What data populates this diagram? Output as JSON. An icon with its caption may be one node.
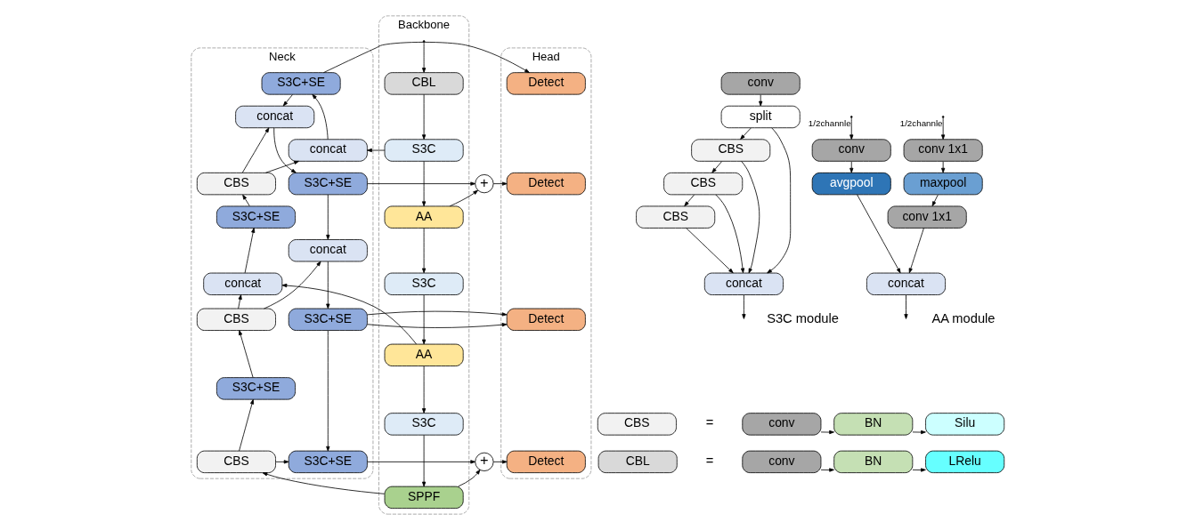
{
  "diagram": {
    "nodes": [
      {
        "text": [
          "Backbone"
        ]
      },
      {
        "text": [
          "CBL"
        ],
        "in": 0
      },
      {
        "text": [
          "S3C"
        ],
        "in": 0
      },
      {
        "text": [
          "AA"
        ],
        "in": 0
      },
      {
        "text": [
          "S3C"
        ],
        "in": 0
      },
      {
        "text": [
          "AA"
        ],
        "in": 0
      },
      {
        "text": [
          "S3C"
        ],
        "in": 0
      },
      {
        "text": [
          "SPPF"
        ],
        "in": 0
      },
      {
        "text": [
          "Neck"
        ]
      },
      {
        "text": [
          "S3C+SE"
        ],
        "in": 8
      },
      {
        "text": [
          "concat"
        ],
        "in": 8
      },
      {
        "text": [
          "CBS"
        ],
        "in": 8
      },
      {
        "text": [
          "S3C+SE"
        ],
        "in": 8
      },
      {
        "text": [
          "concat"
        ],
        "in": 8
      },
      {
        "text": [
          "CBS"
        ],
        "in": 8
      },
      {
        "text": [
          "S3C+SE"
        ],
        "in": 8
      },
      {
        "text": [
          "CBS"
        ],
        "in": 8
      },
      {
        "text": [
          "concat"
        ],
        "in": 8
      },
      {
        "text": [
          "S3C+SE"
        ],
        "in": 8
      },
      {
        "text": [
          "concat"
        ],
        "in": 8
      },
      {
        "text": [
          "S3C+SE"
        ],
        "in": 8
      },
      {
        "text": [
          "S3C+SE"
        ],
        "in": 8
      },
      {
        "text": [
          "+"
        ]
      },
      {
        "text": [
          "+"
        ]
      },
      {
        "text": [
          "Head"
        ]
      },
      {
        "text": [
          "Detect"
        ],
        "in": 24
      },
      {
        "text": [
          "Detect"
        ],
        "in": 24
      },
      {
        "text": [
          "Detect"
        ],
        "in": 24
      },
      {
        "text": [
          "Detect"
        ],
        "in": 24
      },
      {
        "text": [
          "conv"
        ]
      },
      {
        "text": [
          "split"
        ]
      },
      {
        "text": [
          "CBS"
        ]
      },
      {
        "text": [
          "CBS"
        ]
      },
      {
        "text": [
          "CBS"
        ]
      },
      {
        "text": [
          "concat"
        ]
      },
      {
        "text": [
          "conv"
        ]
      },
      {
        "text": [
          "avgpool"
        ]
      },
      {
        "text": [
          "conv 1x1"
        ]
      },
      {
        "text": [
          "maxpool"
        ]
      },
      {
        "text": [
          "conv 1x1"
        ]
      },
      {
        "text": [
          "concat"
        ]
      },
      {
        "text": [
          "CBS"
        ]
      },
      {
        "text": [
          "conv"
        ]
      },
      {
        "text": [
          "BN"
        ]
      },
      {
        "text": [
          "Silu"
        ]
      },
      {
        "text": [
          "CBL"
        ]
      },
      {
        "text": [
          "conv"
        ]
      },
      {
        "text": [
          "BN"
        ]
      },
      {
        "text": [
          "LRelu"
        ]
      }
    ],
    "edges": [
      {
        "from": null,
        "to": 1,
        "arrow": "to"
      },
      {
        "from": 1,
        "to": 2,
        "arrow": "to"
      },
      {
        "from": 2,
        "to": 3,
        "arrow": "to"
      },
      {
        "from": 3,
        "to": 4,
        "arrow": "to"
      },
      {
        "from": 4,
        "to": 5,
        "arrow": "to"
      },
      {
        "from": 5,
        "to": 6,
        "arrow": "to"
      },
      {
        "from": 6,
        "to": 7,
        "arrow": "to"
      },
      {
        "from": 2,
        "to": 10,
        "arrow": "to"
      },
      {
        "from": 3,
        "to": 22,
        "arrow": "to"
      },
      {
        "from": 5,
        "to": 13,
        "arrow": "to"
      },
      {
        "from": 7,
        "to": 16,
        "arrow": "to"
      },
      {
        "from": 7,
        "to": 23,
        "arrow": "to"
      },
      {
        "from": 16,
        "to": 15,
        "arrow": "to"
      },
      {
        "from": 15,
        "to": 14,
        "arrow": "to"
      },
      {
        "from": 14,
        "to": 13,
        "arrow": "to"
      },
      {
        "from": 13,
        "to": 12,
        "arrow": "to"
      },
      {
        "from": 12,
        "to": 11,
        "arrow": "to"
      },
      {
        "from": 11,
        "to": 10,
        "arrow": "to"
      },
      {
        "from": 10,
        "to": 9,
        "arrow": "to"
      },
      {
        "from": 9,
        "to": 25,
        "arrow": "to"
      },
      {
        "from": 9,
        "to": 17,
        "arrow": "to"
      },
      {
        "from": 11,
        "to": 17,
        "arrow": "to"
      },
      {
        "from": 17,
        "to": 18,
        "arrow": "to"
      },
      {
        "from": 18,
        "to": 22,
        "arrow": "to"
      },
      {
        "from": 22,
        "to": 26,
        "arrow": "to"
      },
      {
        "from": 18,
        "to": 19,
        "arrow": "to"
      },
      {
        "from": 14,
        "to": 19,
        "arrow": "to"
      },
      {
        "from": 19,
        "to": 20,
        "arrow": "to"
      },
      {
        "from": 20,
        "to": 27,
        "arrow": "to"
      },
      {
        "from": 20,
        "to": 21,
        "arrow": "to"
      },
      {
        "from": 16,
        "to": 21,
        "arrow": "to"
      },
      {
        "from": 21,
        "to": 23,
        "arrow": "to"
      },
      {
        "from": 23,
        "to": 28,
        "arrow": "to"
      },
      {
        "from": 29,
        "to": 30,
        "arrow": "to"
      },
      {
        "from": 30,
        "to": 31,
        "arrow": "to"
      },
      {
        "from": 30,
        "to": 34,
        "arrow": "to"
      },
      {
        "from": 31,
        "to": 32,
        "arrow": "to"
      },
      {
        "from": 32,
        "to": 33,
        "arrow": "to"
      },
      {
        "from": 31,
        "to": 34,
        "arrow": "to"
      },
      {
        "from": 32,
        "to": 34,
        "arrow": "to"
      },
      {
        "from": 33,
        "to": 34,
        "arrow": "to"
      },
      {
        "from": 34,
        "to": null,
        "arrow": "to"
      },
      {
        "from": null,
        "to": 35,
        "arrow": "to",
        "label": "1/2channle"
      },
      {
        "from": null,
        "to": 37,
        "arrow": "to",
        "label": "1/2channle"
      },
      {
        "from": 35,
        "to": 36,
        "arrow": "to"
      },
      {
        "from": 37,
        "to": 38,
        "arrow": "to"
      },
      {
        "from": 38,
        "to": 39,
        "arrow": "to"
      },
      {
        "from": 36,
        "to": 40,
        "arrow": "to"
      },
      {
        "from": 39,
        "to": 40,
        "arrow": "to"
      },
      {
        "from": 40,
        "to": null,
        "arrow": "to"
      },
      {
        "from": 42,
        "to": 43,
        "arrow": "to"
      },
      {
        "from": 43,
        "to": 44,
        "arrow": "to"
      },
      {
        "from": 46,
        "to": 47,
        "arrow": "to"
      },
      {
        "from": 47,
        "to": 48,
        "arrow": "to"
      }
    ],
    "labels": [
      "S3C module",
      "AA module",
      "=",
      "="
    ]
  }
}
